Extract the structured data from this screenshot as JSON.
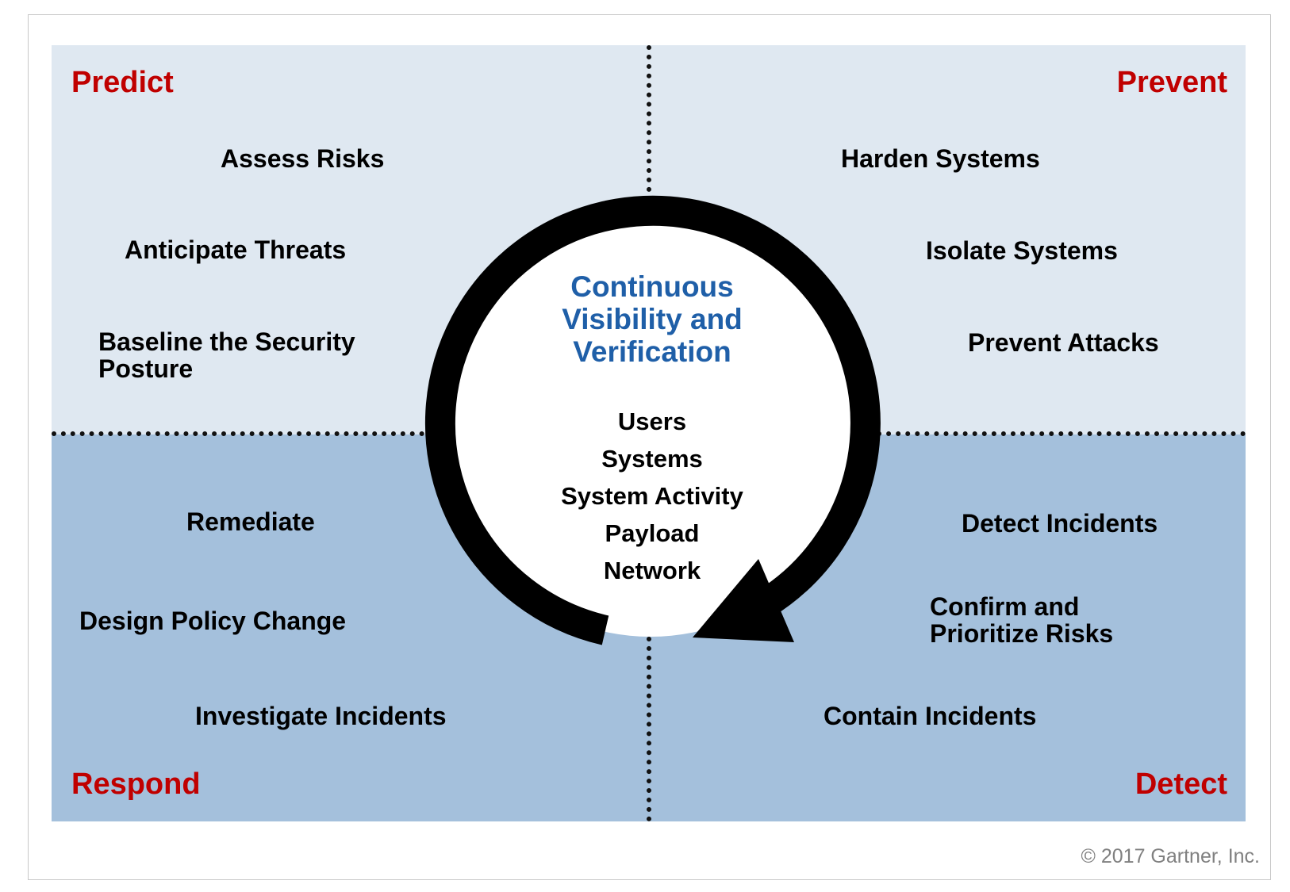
{
  "quadrants": {
    "predict": {
      "title": "Predict",
      "items": [
        "Assess Risks",
        "Anticipate Threats",
        "Baseline the Security",
        "Posture"
      ]
    },
    "prevent": {
      "title": "Prevent",
      "items": [
        "Harden Systems",
        "Isolate Systems",
        "Prevent Attacks"
      ]
    },
    "respond": {
      "title": "Respond",
      "items": [
        "Remediate",
        "Design Policy Change",
        "Investigate Incidents"
      ]
    },
    "detect": {
      "title": "Detect",
      "items": [
        "Detect Incidents",
        "Confirm and",
        "Prioritize Risks",
        "Contain Incidents"
      ]
    }
  },
  "center": {
    "title_lines": [
      "Continuous",
      "Visibility and",
      "Verification"
    ],
    "items": [
      "Users",
      "Systems",
      "System Activity",
      "Payload",
      "Network"
    ]
  },
  "copyright": "© 2017 Gartner, Inc.",
  "colors": {
    "phase_title": "#c00000",
    "center_title": "#1f5fa8",
    "light_quadrant": "#dfe8f1",
    "dark_quadrant": "#a4c0dc"
  }
}
